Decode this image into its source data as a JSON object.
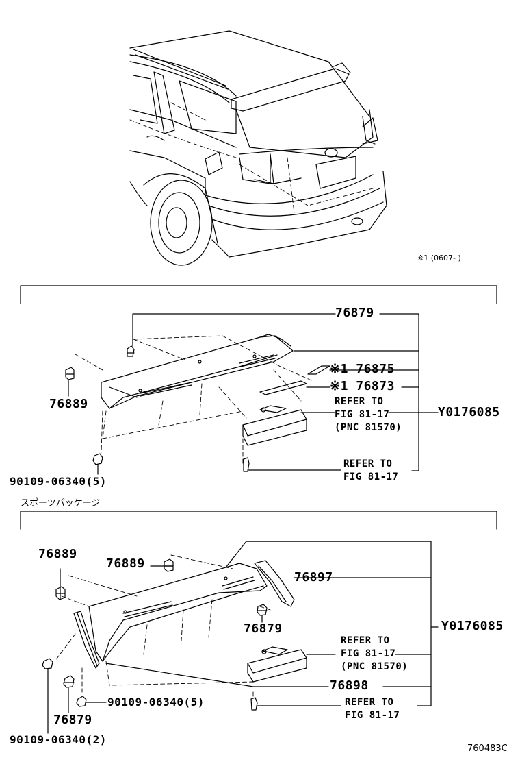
{
  "vehicle_note": "※1 (0607-   )",
  "section1": {
    "labels": {
      "p76879": "76879",
      "p76875": "※1 76875",
      "p76873": "※1 76873",
      "p76889": "76889",
      "ref1_line1": "REFER TO",
      "ref1_line2": "FIG 81-17",
      "ref1_line3": "(PNC 81570)",
      "assy": "Y0176085",
      "bolt": "90109-06340(5)",
      "ref2_line1": "REFER TO",
      "ref2_line2": "FIG 81-17"
    }
  },
  "section2": {
    "heading": "スポーツパッケージ",
    "labels": {
      "p76889a": "76889",
      "p76889b": "76889",
      "p76897": "76897",
      "p76879a": "76879",
      "assy": "Y0176085",
      "ref1_line1": "REFER TO",
      "ref1_line2": "FIG 81-17",
      "ref1_line3": "(PNC 81570)",
      "p76898": "76898",
      "bolt5": "90109-06340(5)",
      "ref2_line1": "REFER TO",
      "ref2_line2": "FIG 81-17",
      "p76879b": "76879",
      "bolt2": "90109-06340(2)"
    }
  },
  "figure_id": "760483C"
}
